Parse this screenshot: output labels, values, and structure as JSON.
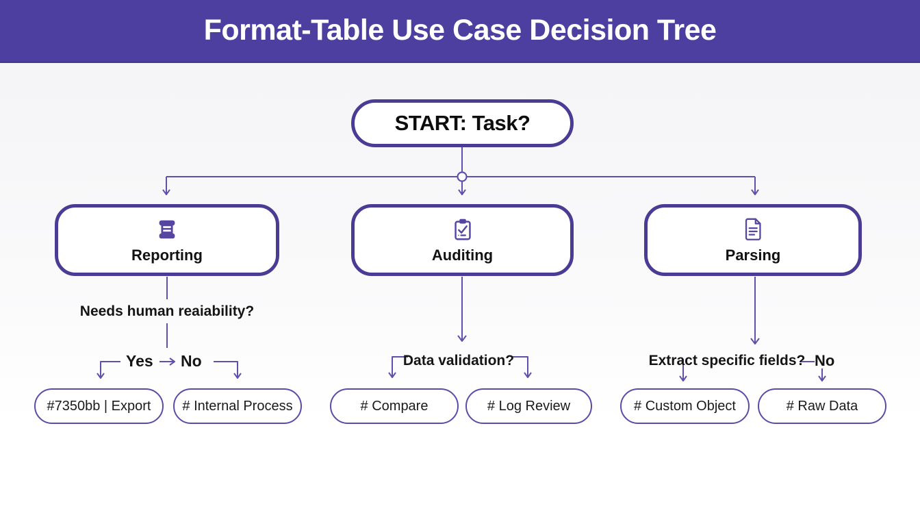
{
  "header": {
    "title": "Format-Table Use Case Decision Tree"
  },
  "colors": {
    "banner": "#4d3fa0",
    "node_border": "#4a3c94",
    "leaf_border": "#5b4ba8",
    "connector_line": "#5e50ac",
    "node_fill": "#ffffff",
    "title_text": "#ffffff"
  },
  "start": {
    "label": "START: Task?"
  },
  "branches": [
    {
      "label": "Reporting",
      "icon": "scroll-icon",
      "question": "Needs human reaiability?",
      "yes_label": "Yes",
      "no_label": "No",
      "leaves": [
        "#7350bb | Export",
        "# Internal Process"
      ]
    },
    {
      "label": "Auditing",
      "icon": "clipboard-check-icon",
      "question": "Data validation?",
      "leaves": [
        "# Compare",
        "# Log Review"
      ]
    },
    {
      "label": "Parsing",
      "icon": "document-icon",
      "question": "Extract specific fields?",
      "no_label": "No",
      "leaves": [
        "# Custom Object",
        "# Raw Data"
      ]
    }
  ]
}
